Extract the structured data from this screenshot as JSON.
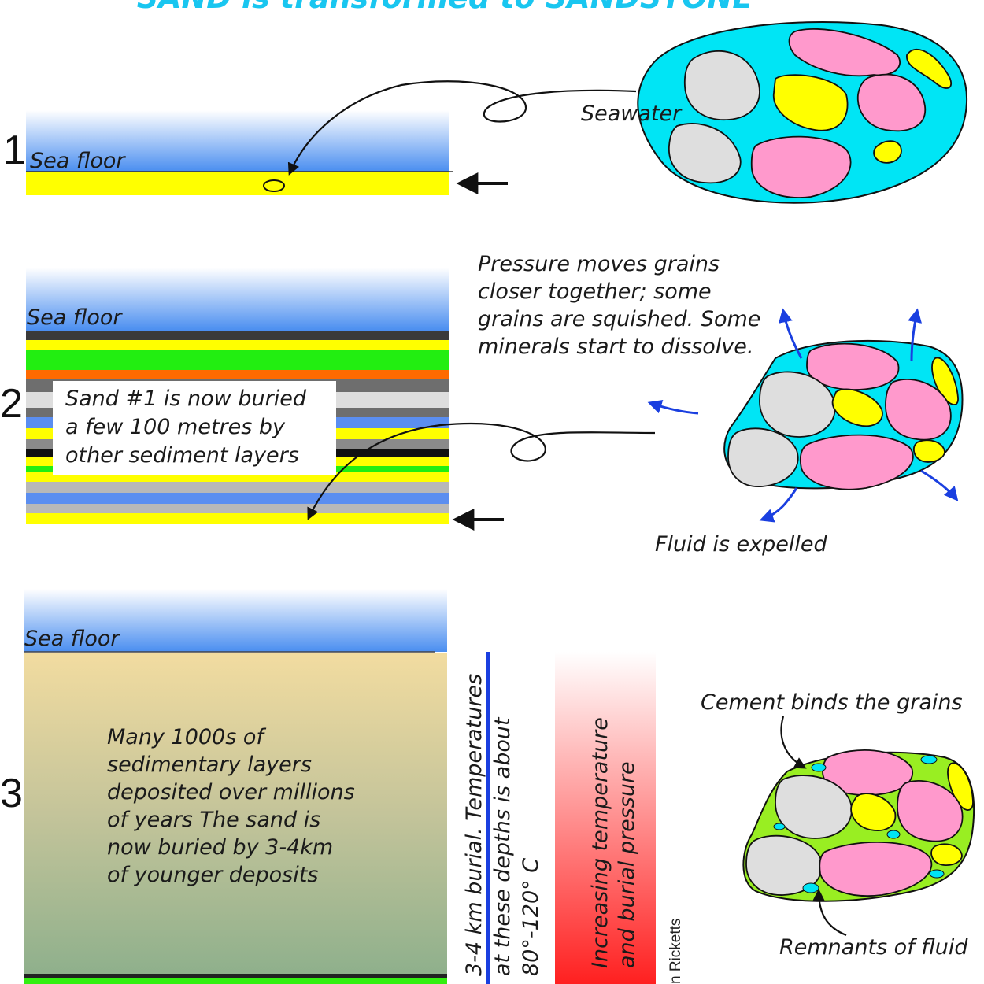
{
  "title": "SAND is transformed to SANDSTONE",
  "stage1": {
    "number": "1",
    "sea_floor": "Sea floor",
    "seawater": "Seawater"
  },
  "stage2": {
    "number": "2",
    "sea_floor": "Sea floor",
    "buried_lines": [
      "Sand #1 is now buried",
      "a few 100 metres by",
      "other sediment layers"
    ],
    "pressure_lines": [
      "Pressure moves grains",
      "closer together; some",
      "grains are squished. Some",
      "minerals start to dissolve."
    ],
    "fluid_label": "Fluid is expelled"
  },
  "stage3": {
    "number": "3",
    "sea_floor": "Sea floor",
    "deposit_lines": [
      "Many 1000s of",
      "sedimentary layers",
      "deposited over millions",
      "of years The sand is",
      "now buried by 3-4km",
      "of younger deposits"
    ],
    "burial_lines": [
      "3-4 km burial. Temperatures",
      "at these depths is about",
      "80°-120° C"
    ],
    "gradient_lines": [
      "Increasing temperature",
      "and burial pressure"
    ],
    "credit": "n Ricketts",
    "cement_label": "Cement binds the grains",
    "fluid_label": "Remnants of fluid"
  },
  "colors": {
    "title": "#19c6f0",
    "sea_top": "#ffffff",
    "sea_bottom": "#4a8ef0",
    "sand": "#ffff00",
    "pore_fluid": "#00e5f5",
    "cement": "#99ee22",
    "grain_pink": "#ff99cc",
    "grain_grey": "#dedede",
    "grain_yellow": "#ffff00",
    "arrow_blue": "#1a3fe0",
    "burial_line": "#1a3fe0",
    "gradient_red": "#ff2020"
  }
}
